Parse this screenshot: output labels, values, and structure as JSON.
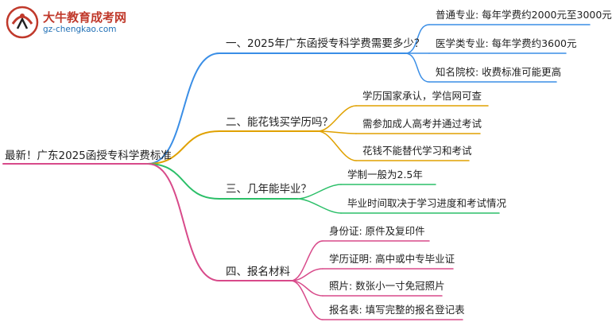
{
  "logo": {
    "title": "大牛教育成考网",
    "url": "gz-chengkao.com"
  },
  "root": {
    "label": "最新！广东2025函授专科学费标准"
  },
  "colors": {
    "root": "#d84a8a",
    "branches": [
      "#3a8ee6",
      "#e0a100",
      "#2bbf68",
      "#d84a8a"
    ]
  },
  "branches": [
    {
      "label": "一、2025年广东函授专科学费需要多少？",
      "children": [
        "普通专业: 每年学费约2000元至3000元",
        "医学类专业: 每年学费约3600元",
        "知名院校: 收费标准可能更高"
      ]
    },
    {
      "label": "二、能花钱买学历吗？",
      "children": [
        "学历国家承认，学信网可查",
        "需参加成人高考并通过考试",
        "花钱不能替代学习和考试"
      ]
    },
    {
      "label": "三、几年能毕业？",
      "children": [
        "学制一般为2.5年",
        "毕业时间取决于学习进度和考试情况"
      ]
    },
    {
      "label": "四、报名材料",
      "children": [
        "身份证: 原件及复印件",
        "学历证明: 高中或中专毕业证",
        "照片: 数张小一寸免冠照片",
        "报名表: 填写完整的报名登记表"
      ]
    }
  ]
}
